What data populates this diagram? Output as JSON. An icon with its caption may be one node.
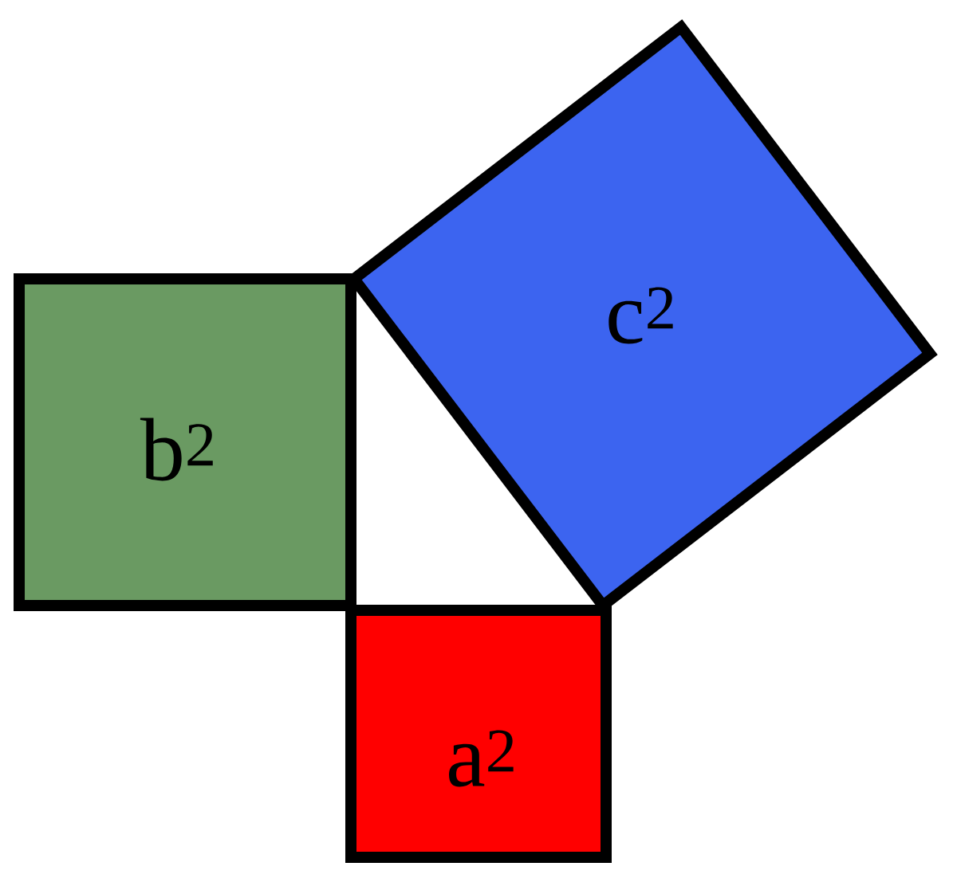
{
  "diagram": {
    "nodes": [
      {
        "text": [
          "b$^{2}$"
        ]
      },
      {
        "text": [
          "a$^{2}$"
        ]
      },
      {
        "text": [
          "c$^{2}$"
        ]
      }
    ]
  }
}
